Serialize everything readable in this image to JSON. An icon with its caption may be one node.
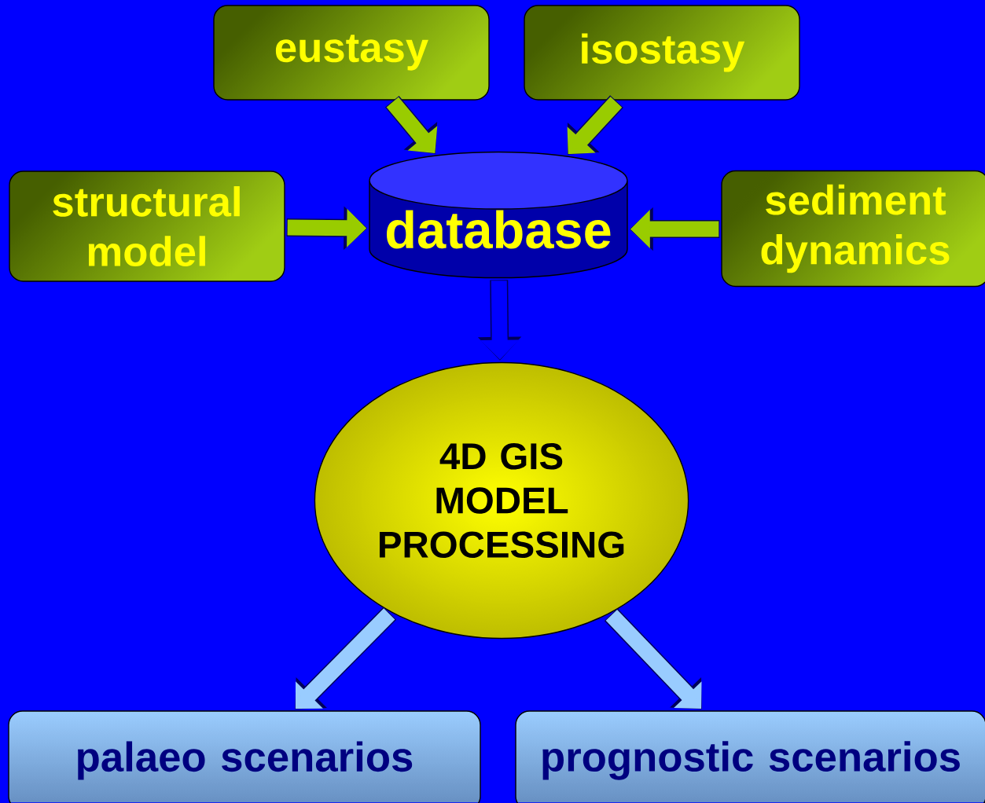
{
  "diagram": {
    "nodes": [
      {
        "text": [
          "eustasy"
        ]
      },
      {
        "text": [
          "isostasy"
        ]
      },
      {
        "text": [
          "structural model"
        ]
      },
      {
        "text": [
          "database"
        ]
      },
      {
        "text": [
          "sediment dynamics"
        ]
      },
      {
        "text": [
          "4D GIS MODEL PROCESSING"
        ]
      },
      {
        "text": [
          "palaeo scenarios"
        ]
      },
      {
        "text": [
          "prognostic scenarios"
        ]
      }
    ],
    "edges": [
      {
        "from": 0,
        "to": 3,
        "arrow": "to"
      },
      {
        "from": 1,
        "to": 3,
        "arrow": "to"
      },
      {
        "from": 2,
        "to": 3,
        "arrow": "to"
      },
      {
        "from": 4,
        "to": 3,
        "arrow": "to"
      },
      {
        "from": 3,
        "to": 5,
        "arrow": "to",
        "color": "#0000ff"
      },
      {
        "from": 5,
        "to": 6,
        "arrow": "to",
        "color": "#99ccff"
      },
      {
        "from": 5,
        "to": 7,
        "arrow": "to",
        "color": "#99ccff"
      }
    ]
  }
}
